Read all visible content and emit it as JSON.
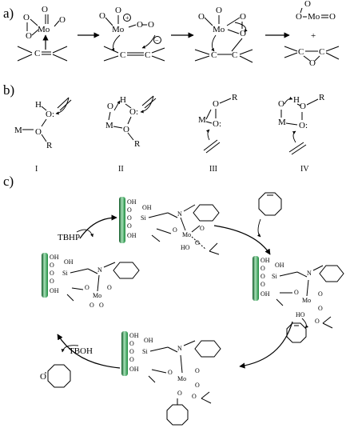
{
  "panels": {
    "a": "a)",
    "b": "b)",
    "c": "c)"
  },
  "atoms": {
    "mo": "Mo",
    "o": "O",
    "oh": "OH",
    "ho": "HO",
    "h": "H",
    "m": "M",
    "r": "R",
    "si": "Si",
    "n": "N",
    "c": "C",
    "o_lone": "O:",
    "ox": "O",
    "plus": "+",
    "o_eq": "O"
  },
  "roman": [
    "I",
    "II",
    "III",
    "IV"
  ],
  "reagents": {
    "tbhp": "TBHP",
    "tboh": "TBOH"
  },
  "colors": {
    "support": "#1a8a3c",
    "support_light": "#a7e0b7",
    "support_dark": "#0e5a26"
  }
}
